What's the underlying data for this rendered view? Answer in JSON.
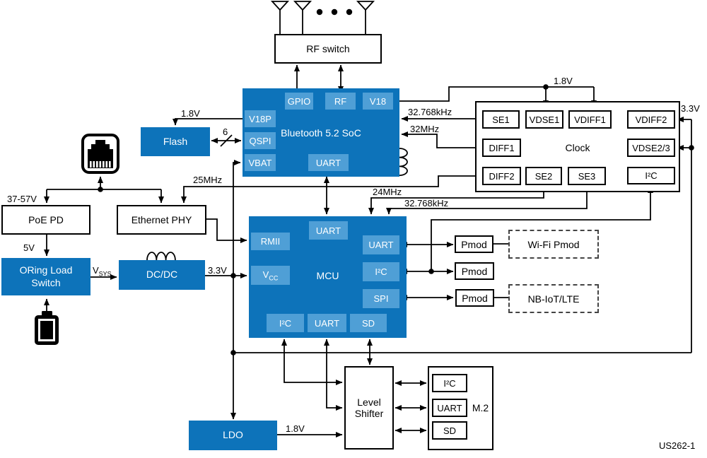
{
  "page": {
    "code": "US262-1"
  },
  "colors": {
    "block_blue": "#0d73ba",
    "port_blue": "#4f9fd6",
    "line_black": "#000000"
  },
  "icons": {
    "antennas": "antenna-icon",
    "more_antennas": "ellipsis-dots-icon",
    "ethernet_jack": "ethernet-jack-icon",
    "battery": "battery-icon",
    "soc_inductor": "inductor-coil-icon",
    "dcdc_inductor": "inductor-coil-icon",
    "bus_width": "bus-width-slash-icon"
  },
  "rf_switch": {
    "label": "RF switch"
  },
  "soc": {
    "title": "Bluetooth 5.2 SoC",
    "ports": {
      "gpio": "GPIO",
      "rf": "RF",
      "v18": "V18",
      "v18p": "V18P",
      "qspi": "QSPI",
      "vbat": "VBAT",
      "uart": "UART"
    }
  },
  "flash": {
    "label": "Flash"
  },
  "clock": {
    "title": "Clock",
    "ports": {
      "se1": "SE1",
      "vdse1": "VDSE1",
      "vdiff1": "VDIFF1",
      "vdiff2": "VDIFF2",
      "diff1": "DIFF1",
      "vdse23": "VDSE2/3",
      "diff2": "DIFF2",
      "se2": "SE2",
      "se3": "SE3",
      "i2c": "I²C"
    }
  },
  "ethernet_phy": {
    "label": "Ethernet PHY"
  },
  "poe_pd": {
    "label": "PoE PD"
  },
  "oring": {
    "line1": "ORing Load",
    "line2": "Switch"
  },
  "dcdc": {
    "label": "DC/DC"
  },
  "ldo": {
    "label": "LDO"
  },
  "mcu": {
    "title": "MCU",
    "ports": {
      "uart_top": "UART",
      "rmii": "RMII",
      "uart_right": "UART",
      "i2c_right": "I²C",
      "vcc_base": "V",
      "vcc_sub": "CC",
      "spi": "SPI",
      "i2c_bottom": "I²C",
      "uart_bottom": "UART",
      "sd": "SD"
    }
  },
  "pmod": {
    "p1": "Pmod",
    "p2": "Pmod",
    "p3": "Pmod"
  },
  "modules": {
    "wifi": "Wi-Fi Pmod",
    "nbiot": "NB-IoT/LTE"
  },
  "level_shifter": {
    "line1": "Level",
    "line2": "Shifter"
  },
  "m2": {
    "label": "M.2",
    "ports": {
      "i2c": "I²C",
      "uart": "UART",
      "sd": "SD"
    }
  },
  "signals": {
    "v1_8_clock": "1.8V",
    "v3_3_clock": "3.3V",
    "f_32768khz_soc": "32.768kHz",
    "f_32mhz": "32MHz",
    "v1_8_flash": "1.8V",
    "qspi_bus_width": "6",
    "f_25mhz": "25MHz",
    "f_24mhz": "24MHz",
    "f_32768khz_mcu": "32.768kHz",
    "v_poe_input": "37-57V",
    "v5": "5V",
    "vsys_base": "V",
    "vsys_sub": "SYS",
    "v3_3_dcdc": "3.3V",
    "v1_8_ldo": "1.8V"
  }
}
